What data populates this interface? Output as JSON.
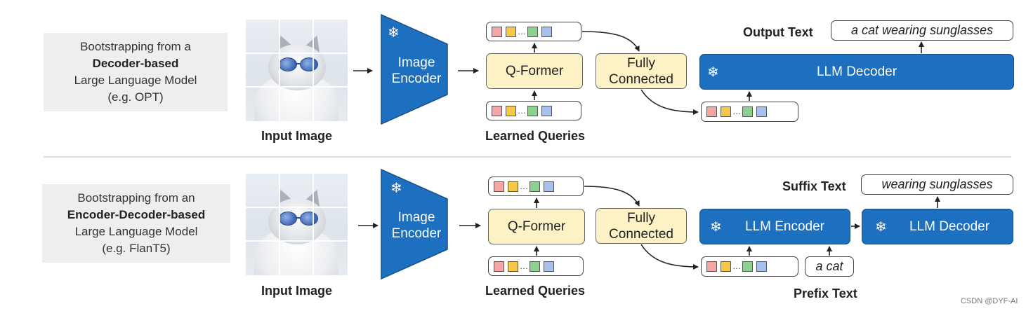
{
  "panels": [
    {
      "context_lines": [
        "Bootstrapping from a",
        "Decoder-based",
        "Large Language Model",
        "(e.g. OPT)"
      ],
      "input_image_label": "Input Image",
      "encoder_label_lines": [
        "Image",
        "Encoder"
      ],
      "qformer_label": "Q-Former",
      "learned_queries_label": "Learned Queries",
      "fc_label_lines": [
        "Fully",
        "Connected"
      ],
      "output_header": "Output Text",
      "output_text": "a cat wearing sunglasses",
      "llm_decoder_label": "LLM Decoder"
    },
    {
      "context_lines": [
        "Bootstrapping from an",
        "Encoder-Decoder-based",
        "Large Language Model",
        "(e.g. FlanT5)"
      ],
      "input_image_label": "Input Image",
      "encoder_label_lines": [
        "Image",
        "Encoder"
      ],
      "qformer_label": "Q-Former",
      "learned_queries_label": "Learned Queries",
      "fc_label_lines": [
        "Fully",
        "Connected"
      ],
      "suffix_header": "Suffix Text",
      "suffix_text": "wearing sunglasses",
      "llm_encoder_label": "LLM Encoder",
      "llm_decoder_label": "LLM Decoder",
      "prefix_text": "a cat",
      "prefix_header": "Prefix Text"
    }
  ],
  "query_token_colors": [
    "#f4a6a6",
    "#f5c84c",
    "#8fcf8f",
    "#a8c0ec"
  ],
  "frozen_icon": "snowflake-icon",
  "colors": {
    "encoder_blue": "#1d6fbf",
    "module_cream": "#fdf1c6",
    "context_gray": "#eeeeee"
  },
  "watermark": "CSDN @DYF-AI"
}
